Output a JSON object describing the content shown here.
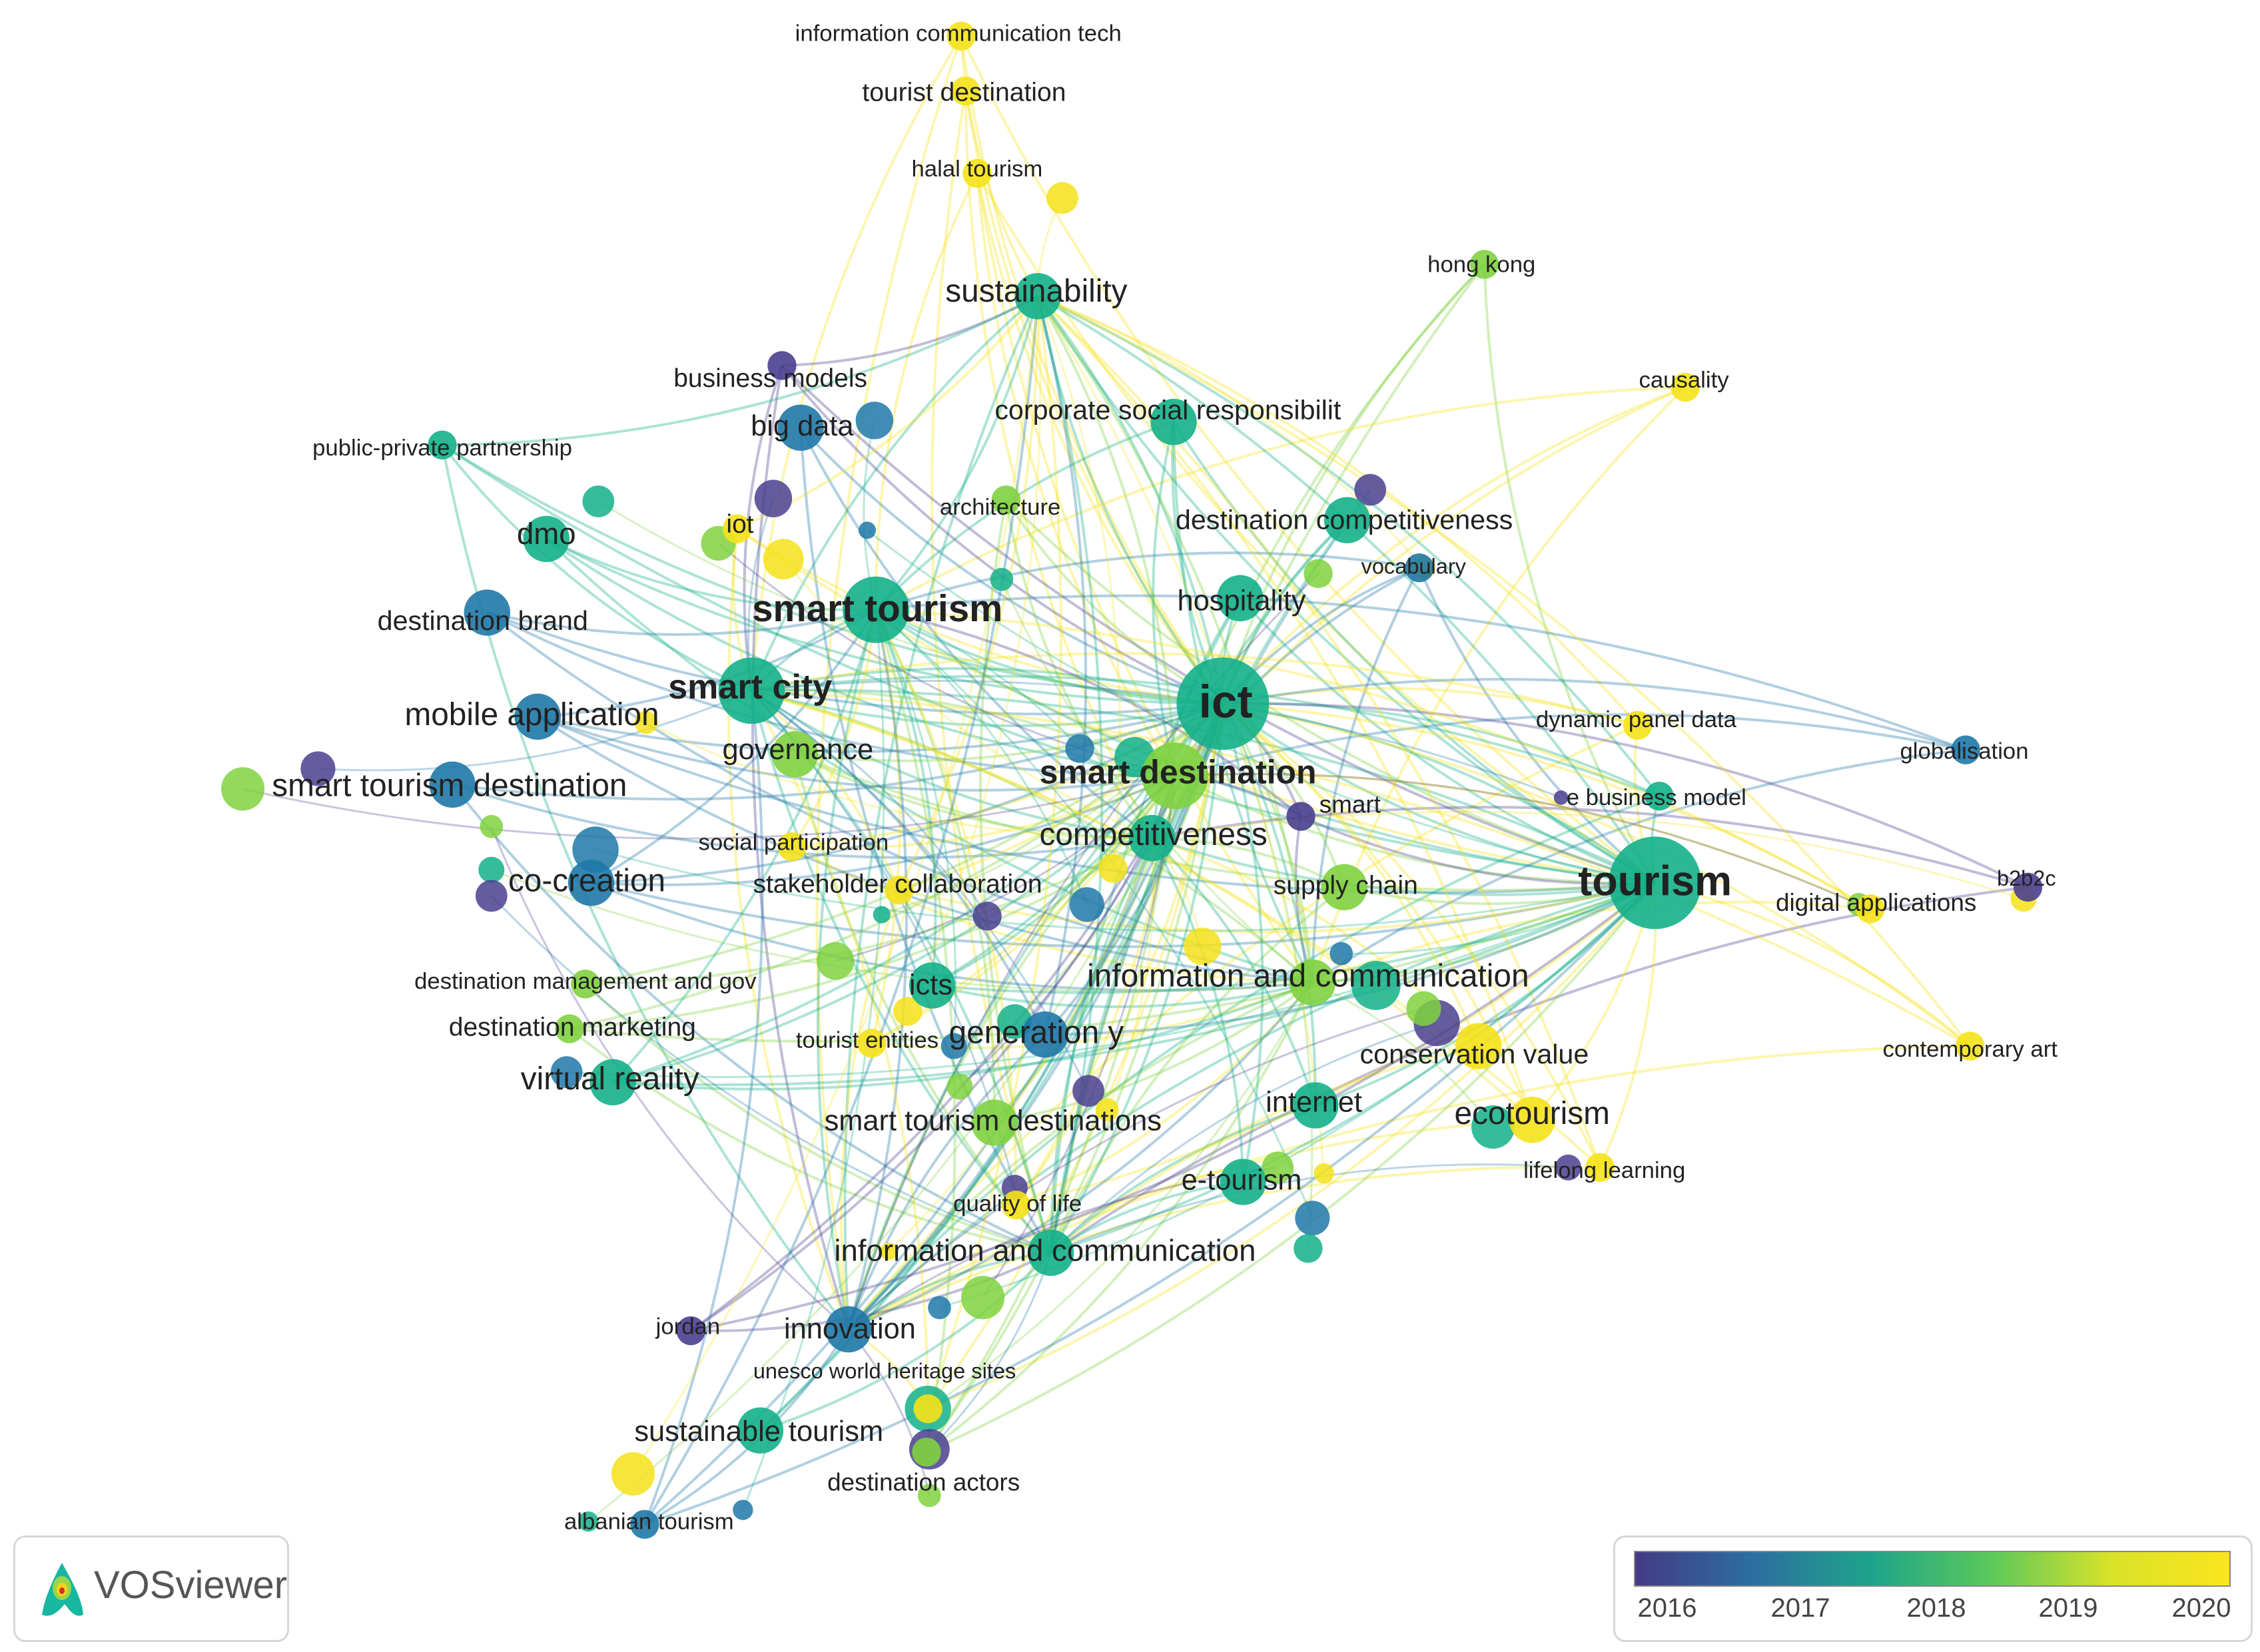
{
  "colors": {
    "2016": "#4a3f8f",
    "2017": "#1f78a8",
    "2018": "#13b08a",
    "2019": "#7fd240",
    "2020": "#f5e21a"
  },
  "nodes": [
    {
      "label": "information communication tech",
      "year": 2020,
      "size": "s"
    },
    {
      "label": "tourist destination",
      "year": 2020,
      "size": "s"
    },
    {
      "label": "halal tourism",
      "year": 2020,
      "size": "s"
    },
    {
      "label": "sustainability",
      "year": 2018,
      "size": "m"
    },
    {
      "label": "hong kong",
      "year": 2019,
      "size": "s"
    },
    {
      "label": "causality",
      "year": 2020,
      "size": "s"
    },
    {
      "label": "business models",
      "year": 2016,
      "size": "s"
    },
    {
      "label": "big data",
      "year": 2017,
      "size": "m"
    },
    {
      "label": "corporate social responsibilit",
      "year": 2018,
      "size": "m"
    },
    {
      "label": "public-private partnership",
      "year": 2018,
      "size": "s"
    },
    {
      "label": "architecture",
      "year": 2019,
      "size": "s"
    },
    {
      "label": "dmo",
      "year": 2018,
      "size": "m"
    },
    {
      "label": "iot",
      "year": 2020,
      "size": "s"
    },
    {
      "label": "destination competitiveness",
      "year": 2018,
      "size": "m"
    },
    {
      "label": "vocabulary",
      "year": 2017,
      "size": "s"
    },
    {
      "label": "smart tourism",
      "year": 2018,
      "size": "l"
    },
    {
      "label": "hospitality",
      "year": 2018,
      "size": "m"
    },
    {
      "label": "destination brand",
      "year": 2017,
      "size": "m"
    },
    {
      "label": "ict",
      "year": 2018,
      "size": "xl"
    },
    {
      "label": "smart city",
      "year": 2018,
      "size": "l"
    },
    {
      "label": "mobile application",
      "year": 2017,
      "size": "m"
    },
    {
      "label": "dynamic panel data",
      "year": 2020,
      "size": "s"
    },
    {
      "label": "governance",
      "year": 2019,
      "size": "m"
    },
    {
      "label": "globalisation",
      "year": 2017,
      "size": "s"
    },
    {
      "label": "smart destination",
      "year": 2019,
      "size": "l"
    },
    {
      "label": "smart tourism destination",
      "year": 2017,
      "size": "m"
    },
    {
      "label": "smart",
      "year": 2016,
      "size": "s"
    },
    {
      "label": "e business model",
      "year": 2018,
      "size": "s"
    },
    {
      "label": "competitiveness",
      "year": 2018,
      "size": "m"
    },
    {
      "label": "social participation",
      "year": 2020,
      "size": "s"
    },
    {
      "label": "tourism",
      "year": 2018,
      "size": "xl"
    },
    {
      "label": "b2b2c",
      "year": 2016,
      "size": "s"
    },
    {
      "label": "co-creation",
      "year": 2017,
      "size": "m"
    },
    {
      "label": "stakeholder collaboration",
      "year": 2020,
      "size": "s"
    },
    {
      "label": "supply chain",
      "year": 2019,
      "size": "m"
    },
    {
      "label": "digital applications",
      "year": 2020,
      "size": "s"
    },
    {
      "label": "information and communication",
      "year": 2019,
      "size": "m"
    },
    {
      "label": "destination management and gov",
      "year": 2019,
      "size": "s"
    },
    {
      "label": "icts",
      "year": 2018,
      "size": "m"
    },
    {
      "label": "contemporary art",
      "year": 2020,
      "size": "s"
    },
    {
      "label": "destination marketing",
      "year": 2019,
      "size": "s"
    },
    {
      "label": "tourist entities",
      "year": 2020,
      "size": "s"
    },
    {
      "label": "generation y",
      "year": 2017,
      "size": "m"
    },
    {
      "label": "conservation value",
      "year": 2020,
      "size": "m"
    },
    {
      "label": "virtual reality",
      "year": 2018,
      "size": "m"
    },
    {
      "label": "ecotourism",
      "year": 2020,
      "size": "m"
    },
    {
      "label": "internet",
      "year": 2018,
      "size": "m"
    },
    {
      "label": "smart tourism destinations",
      "year": 2019,
      "size": "m"
    },
    {
      "label": "lifelong learning",
      "year": 2020,
      "size": "s"
    },
    {
      "label": "e-tourism",
      "year": 2018,
      "size": "m"
    },
    {
      "label": "quality of life",
      "year": 2020,
      "size": "s"
    },
    {
      "label": "information and communication",
      "year": 2018,
      "size": "m"
    },
    {
      "label": "jordan",
      "year": 2016,
      "size": "s"
    },
    {
      "label": "innovation",
      "year": 2017,
      "size": "m"
    },
    {
      "label": "unesco world heritage sites",
      "year": 2020,
      "size": "s"
    },
    {
      "label": "sustainable tourism",
      "year": 2018,
      "size": "m"
    },
    {
      "label": "destination actors",
      "year": 2019,
      "size": "s"
    },
    {
      "label": "albanian tourism",
      "year": 2017,
      "size": "s"
    }
  ],
  "logo": {
    "text": "VOSviewer"
  },
  "legend": {
    "ticks": [
      "2016",
      "2017",
      "2018",
      "2019",
      "2020"
    ]
  }
}
